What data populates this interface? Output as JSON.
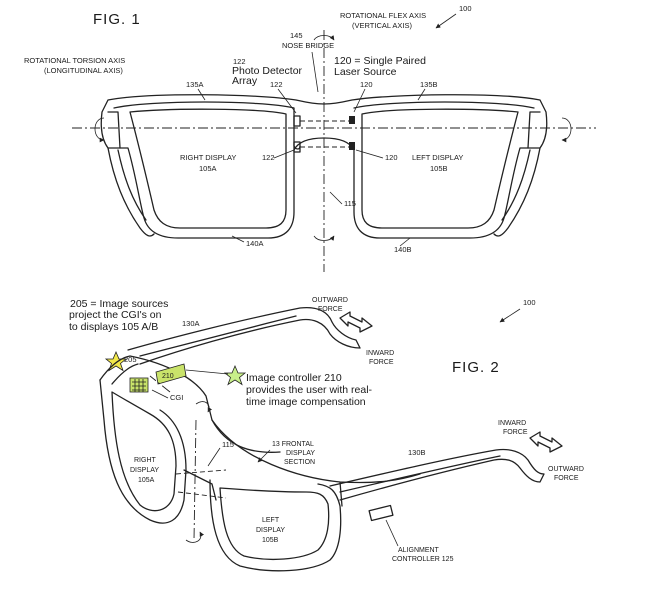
{
  "fig1": {
    "title": "FIG. 1",
    "ref_100": "100",
    "rotational_flex_axis": "ROTATIONAL FLEX AXIS",
    "vertical_axis": "(VERTICAL AXIS)",
    "ref_145": "145",
    "nose_bridge": "NOSE BRIDGE",
    "rotational_torsion_axis": "ROTATIONAL TORSION AXIS",
    "longitudinal_axis": "(LONGITUDINAL AXIS)",
    "photo_detector_ref": "122",
    "photo_detector_line1": "Photo Detector",
    "photo_detector_line2": "Array",
    "laser_source_line1": "120 = Single Paired",
    "laser_source_line2": "Laser Source",
    "ref_135a": "135A",
    "ref_122_top": "122",
    "ref_120_top": "120",
    "ref_135b": "135B",
    "right_display": "RIGHT DISPLAY",
    "right_display_ref": "105A",
    "ref_122_mid": "122",
    "ref_120_mid": "120",
    "left_display": "LEFT DISPLAY",
    "left_display_ref": "105B",
    "ref_115": "115",
    "ref_140a": "140A",
    "ref_140b": "140B"
  },
  "fig2": {
    "title": "FIG. 2",
    "ref_100": "100",
    "image_sources_line1": "205 = Image sources",
    "image_sources_line2": "project the CGI's on",
    "image_sources_line3": "to displays 105 A/B",
    "ref_130a": "130A",
    "ref_205": "205",
    "ref_210": "210",
    "image_controller_line1": "Image controller 210",
    "image_controller_line2": "provides the user with  real-",
    "image_controller_line3": "time image compensation",
    "outward_force_1a": "OUTWARD",
    "outward_force_1b": "FORCE",
    "inward_force_1a": "INWARD",
    "inward_force_1b": "FORCE",
    "cgi": "CGI",
    "ref_115": "115",
    "frontal_1": "13  FRONTAL",
    "frontal_2": "DISPLAY",
    "frontal_3": "SECTION",
    "right_display_1": "RIGHT",
    "right_display_2": "DISPLAY",
    "right_display_3": "105A",
    "ref_130b": "130B",
    "inward_force_2a": "INWARD",
    "inward_force_2b": "FORCE",
    "outward_force_2a": "OUTWARD",
    "outward_force_2b": "FORCE",
    "left_display_1": "LEFT",
    "left_display_2": "DISPLAY",
    "left_display_3": "105B",
    "alignment_1": "ALIGNMENT",
    "alignment_2": "CONTROLLER 125"
  },
  "colors": {
    "line": "#222222",
    "chip_fill": "#c9e36a",
    "star_fill": "#f2e84a",
    "star_green": "#c8ef8a"
  }
}
